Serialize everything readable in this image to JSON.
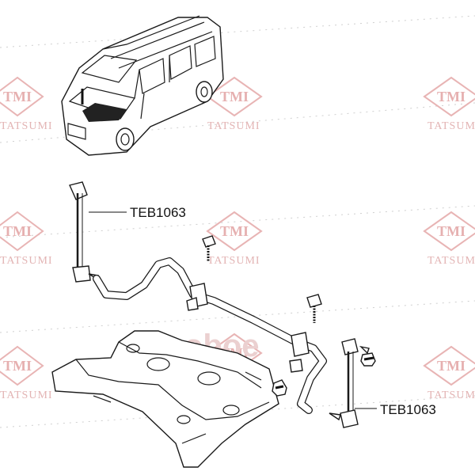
{
  "watermark": {
    "logo_text": "TMI",
    "brand_text": "TATSUMI",
    "center_text": "oboe",
    "color": "#e8b4b4"
  },
  "labels": {
    "upper_link": "TEB1063",
    "lower_link": "TEB1063"
  }
}
